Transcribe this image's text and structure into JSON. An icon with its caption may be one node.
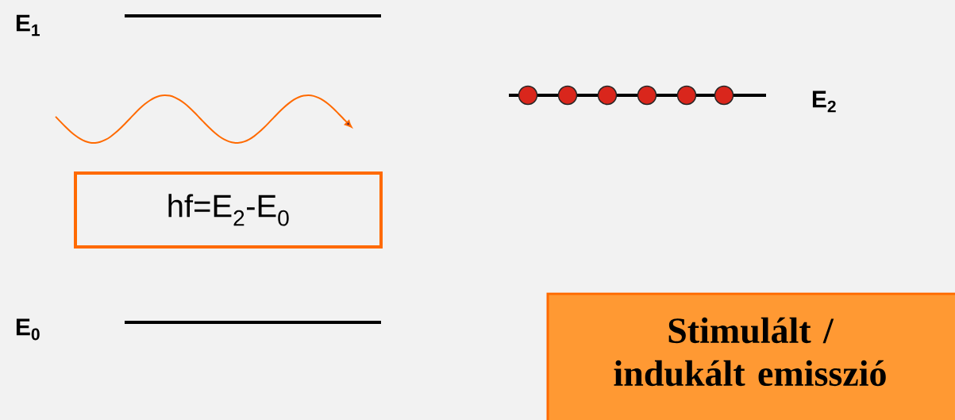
{
  "diagram": {
    "nodes": [
      {
        "text": [
          "hf=E$_{2}$-E$_{0}$"
        ]
      },
      {
        "text": [
          "Stimulált / indukált emisszió"
        ]
      }
    ],
    "labels": [
      "E$_{1}$",
      "E$_{2}$",
      "E$_{0}$"
    ]
  }
}
